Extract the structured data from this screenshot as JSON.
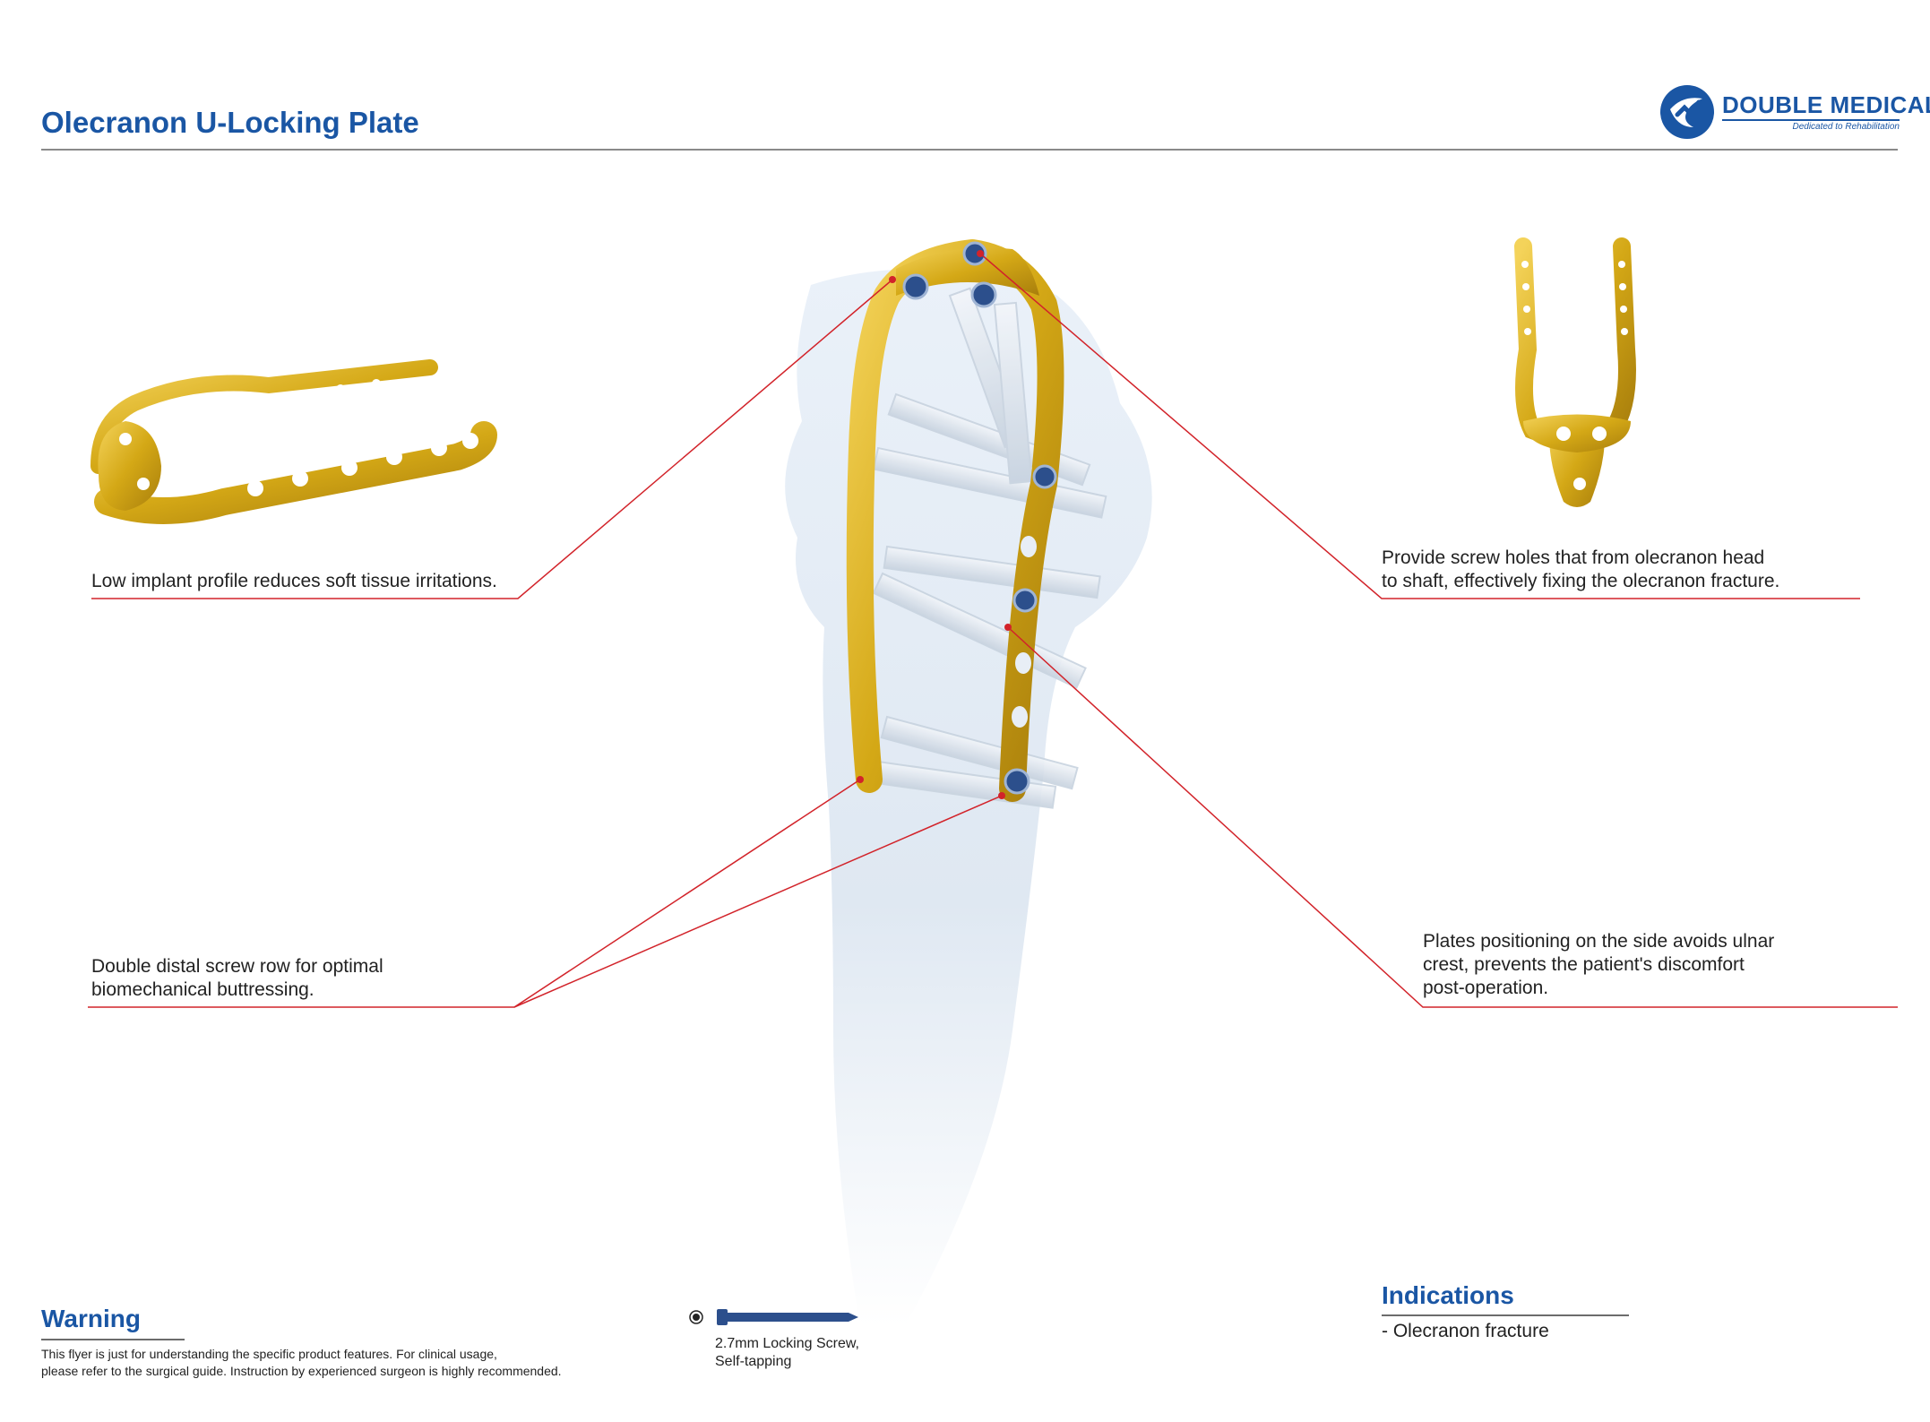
{
  "header": {
    "title": "Olecranon U-Locking Plate"
  },
  "logo": {
    "brand": "DOUBLE MEDICAL",
    "tagline": "Dedicated to Rehabilitation"
  },
  "callouts": {
    "top_left": "Low implant profile reduces soft tissue irritations.",
    "top_right_line1": "Provide screw holes that from olecranon head",
    "top_right_line2": "to shaft, effectively fixing the olecranon fracture.",
    "bottom_left_line1": "Double distal screw row for optimal",
    "bottom_left_line2": "biomechanical buttressing.",
    "bottom_right_line1": "Plates positioning on the side avoids ulnar",
    "bottom_right_line2": "crest, prevents the patient's discomfort",
    "bottom_right_line3": "post-operation."
  },
  "warning": {
    "title": "Warning",
    "line1": "This flyer is just for understanding the specific product features. For clinical usage,",
    "line2": "please refer to the surgical guide. Instruction by experienced surgeon is highly recommended."
  },
  "screw_legend": {
    "line1": "2.7mm Locking Screw,",
    "line2": "Self-tapping"
  },
  "indications": {
    "title": "Indications",
    "item1": "- Olecranon fracture"
  },
  "colors": {
    "brand_blue": "#1a56a4",
    "callout_red": "#d2232a",
    "plate_gold": "#d4a816",
    "screw_blue": "#2c4f8c",
    "bone": "#e6eef7"
  }
}
